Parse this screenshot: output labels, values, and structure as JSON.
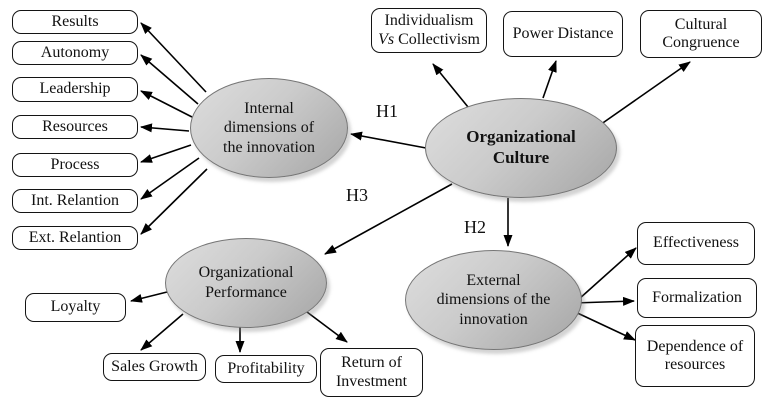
{
  "hypotheses": {
    "h1": "H1",
    "h2": "H2",
    "h3": "H3"
  },
  "ellipses": {
    "internal": {
      "lines": [
        "Internal",
        "dimensions of",
        "the innovation"
      ]
    },
    "culture": {
      "lines": [
        "Organizational",
        "Culture"
      ]
    },
    "performance": {
      "lines": [
        "Organizational",
        "Performance"
      ]
    },
    "external": {
      "lines": [
        "External",
        "dimensions of the",
        "innovation"
      ]
    }
  },
  "boxes": {
    "results": "Results",
    "autonomy": "Autonomy",
    "leadership": "Leadership",
    "resources": "Resources",
    "process": "Process",
    "int_relation": "Int. Relantion",
    "ext_relation": "Ext. Relantion",
    "individualism": {
      "line1": "Individualism",
      "line2_italic": "Vs",
      "line2_rest": "Collectivism"
    },
    "power_distance": "Power Distance",
    "cultural": {
      "lines": [
        "Cultural",
        "Congruence"
      ]
    },
    "effectiveness": "Effectiveness",
    "formalization": "Formalization",
    "dependence": {
      "lines": [
        "Dependence of",
        "resources"
      ]
    },
    "loyalty": "Loyalty",
    "sales_growth": "Sales Growth",
    "profitability": "Profitability",
    "return_investment": {
      "lines": [
        "Return of",
        "Investment"
      ]
    }
  },
  "colors": {
    "arrow": "#000000",
    "box_border": "#141414",
    "box_fill": "#ffffff",
    "ellipse_border": "#767676",
    "ellipse_light": "#dedede",
    "ellipse_mid": "#cbcbcb",
    "ellipse_dark": "#a5a5a5",
    "text": "#111111"
  }
}
